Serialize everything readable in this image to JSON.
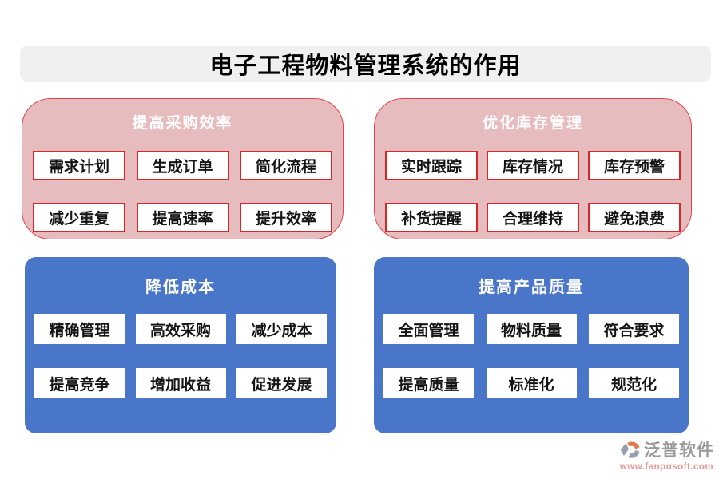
{
  "title": "电子工程物料管理系统的作用",
  "panels": [
    {
      "id": "procurement-efficiency",
      "title": "提高采购效率",
      "theme": "pink",
      "items": [
        "需求计划",
        "生成订单",
        "简化流程",
        "减少重复",
        "提高速率",
        "提升效率"
      ]
    },
    {
      "id": "inventory-optimization",
      "title": "优化库存管理",
      "theme": "pink",
      "items": [
        "实时跟踪",
        "库存情况",
        "库存预警",
        "补货提醒",
        "合理维持",
        "避免浪费"
      ]
    },
    {
      "id": "cost-reduction",
      "title": "降低成本",
      "theme": "blue",
      "items": [
        "精确管理",
        "高效采购",
        "减少成本",
        "提高竞争",
        "增加收益",
        "促进发展"
      ]
    },
    {
      "id": "product-quality",
      "title": "提高产品质量",
      "theme": "blue",
      "items": [
        "全面管理",
        "物料质量",
        "符合要求",
        "提高质量",
        "标准化",
        "规范化"
      ]
    }
  ],
  "watermark": {
    "brand": "泛普软件",
    "url": "www.fanpusoft.com",
    "logo_icon": "fanpu-logo-icon"
  },
  "colors": {
    "banner_bg": "#f0f0f0",
    "pink_fill": "#e7bcbf",
    "pink_panel_border": "#e0414e",
    "pink_item_border": "#d92525",
    "blue_fill": "#4a76c9",
    "item_bg": "#ffffff",
    "item_text": "#141414",
    "title_text": "#000000",
    "panel_title_text": "#ffffff",
    "brand_gray": "#9a9a9a",
    "url_coral": "#e79898",
    "logo_orange": "#df7a4e",
    "logo_gray": "#98a0b0"
  }
}
